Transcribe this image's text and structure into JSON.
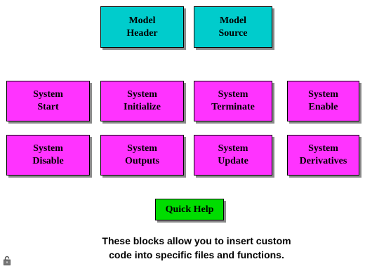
{
  "blocks": {
    "model_header": "Model\nHeader",
    "model_source": "Model\nSource",
    "system_start": "System\nStart",
    "system_initialize": "System\nInitialize",
    "system_terminate": "System\nTerminate",
    "system_enable": "System\nEnable",
    "system_disable": "System\nDisable",
    "system_outputs": "System\nOutputs",
    "system_update": "System\nUpdate",
    "system_derivatives": "System\nDerivatives",
    "quick_help": "Quick Help"
  },
  "caption": "These blocks allow you to insert custom\ncode into specific files and functions.",
  "icons": {
    "lock": "lock-icon"
  },
  "colors": {
    "model_blocks": "#00cccc",
    "system_blocks": "#ff33ff",
    "help_block": "#00dd00"
  }
}
